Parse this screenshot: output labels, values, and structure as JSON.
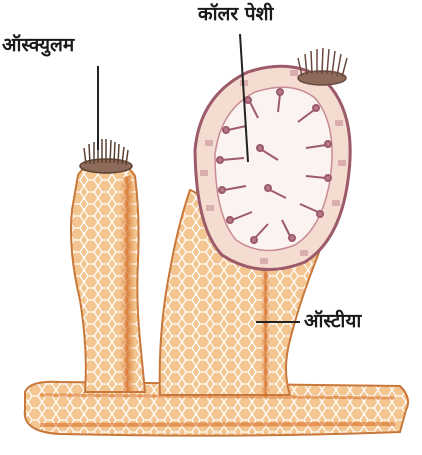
{
  "diagram": {
    "labels": {
      "osculum": "ऑस्क्युलम",
      "collar_cells": "कॉलर पेशी",
      "ostia": "ऑस्टीया"
    },
    "colors": {
      "body_fill": "#f2c591",
      "body_edge": "#c9783c",
      "orange_band": "#d96a1f",
      "cell_line": "#ffffff",
      "interior": "#fbf3ef",
      "collar_cell": "#9c5a6a",
      "leader_line": "#222222"
    }
  }
}
